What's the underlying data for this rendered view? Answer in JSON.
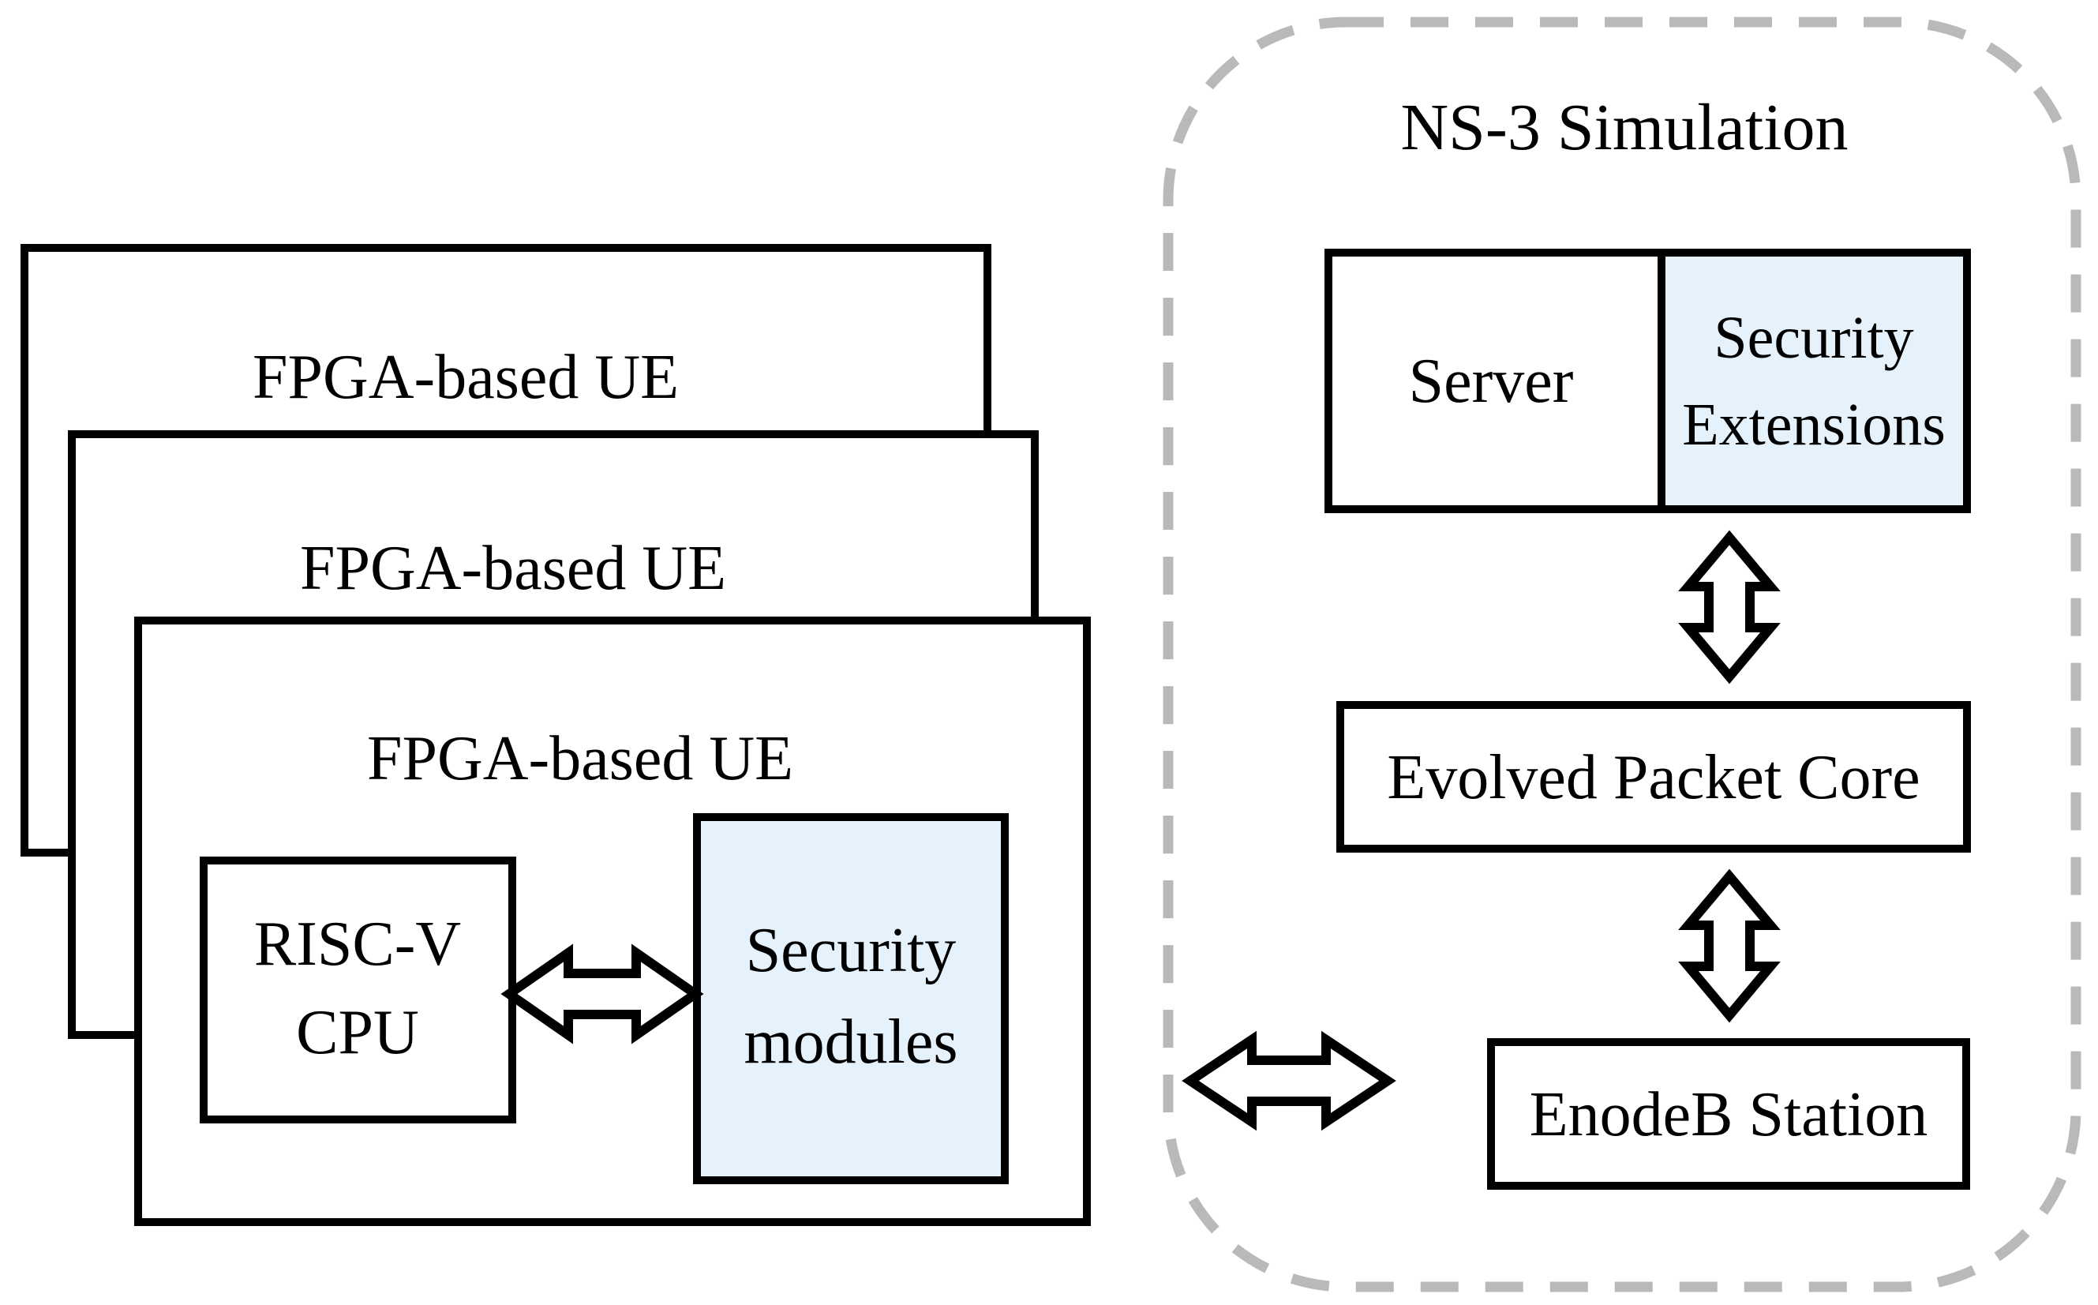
{
  "colors": {
    "line": "#000000",
    "highlight": "#E5F1FB",
    "dashed_border": "#B9B9B9",
    "background": "#FFFFFF"
  },
  "left_stack": {
    "back_label": "FPGA-based UE",
    "middle_label": "FPGA-based UE",
    "front_label": "FPGA-based UE",
    "cpu_line1": "RISC-V",
    "cpu_line2": "CPU",
    "secmod_line1": "Security",
    "secmod_line2": "modules"
  },
  "ns3": {
    "title": "NS-3 Simulation",
    "server_label": "Server",
    "secext_line1": "Security",
    "secext_line2": "Extensions",
    "epc_label": "Evolved Packet Core",
    "enodeb_label": "EnodeB Station"
  }
}
